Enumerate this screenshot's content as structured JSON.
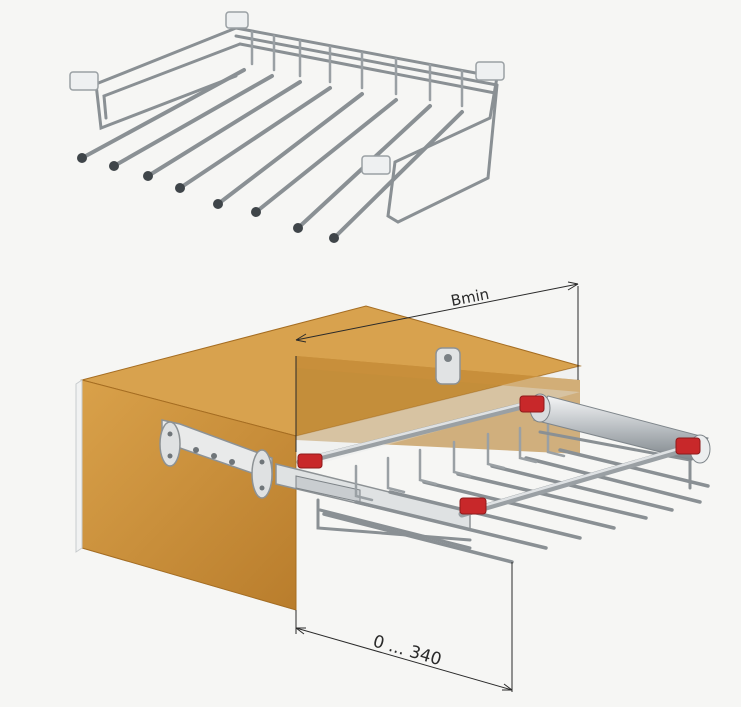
{
  "dimensions": {
    "width_label": "Bmin",
    "extension_label": "0 ... 340"
  },
  "colors": {
    "background": "#f6f6f4",
    "wood": "#c8913a",
    "wood_dark": "#a56d22",
    "wire": "#8a9094",
    "wire_light": "#c9cdd0",
    "red_clip": "#c8282a",
    "glass": "#e3e6e6"
  },
  "components": [
    "wire-trouser-rack",
    "cabinet-carcass",
    "pull-out-rail",
    "mounting-bracket"
  ]
}
